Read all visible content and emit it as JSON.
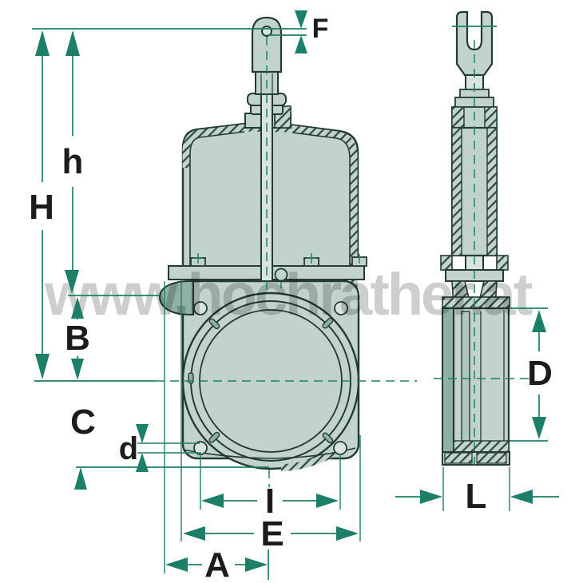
{
  "diagram": {
    "watermark": "www.hochrather.at",
    "labels": {
      "F": "F",
      "h": "h",
      "H": "H",
      "B": "B",
      "C": "C",
      "d": "d",
      "I": "I",
      "E": "E",
      "A": "A",
      "D": "D",
      "L": "L"
    },
    "colors": {
      "dimension": "#1E7F69",
      "label": "#1C1C1C",
      "body": "#C2D3CB",
      "body-light": "#D9E4DE",
      "body-dark": "#8FB0A4",
      "outline": "#243B33",
      "watermark": "#C4C6C6",
      "background": "#FFFFFF"
    }
  }
}
